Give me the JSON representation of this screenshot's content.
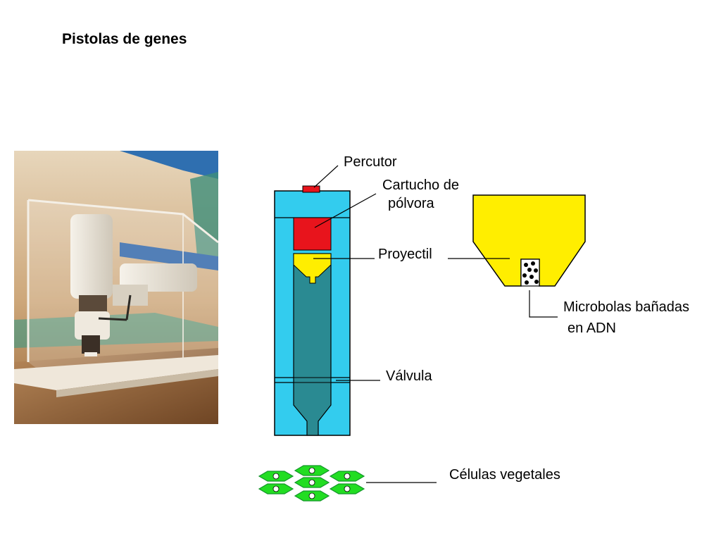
{
  "slide": {
    "title": "Pistolas de genes"
  },
  "photo": {
    "subject": "gene-gun-device-photo"
  },
  "diagram": {
    "labels": {
      "percutor": "Percutor",
      "cartucho_line1": "Cartucho de",
      "cartucho_line2": "pólvora",
      "proyectil": "Proyectil",
      "valvula": "Válvula",
      "microbolas_line1": "Microbolas bañadas",
      "microbolas_line2": "en ADN",
      "celulas": "Células vegetales"
    },
    "colors": {
      "barrel": "#33ccee",
      "barrel_interior": "#2a8a92",
      "cartridge": "#e8141c",
      "projectile": "#ffee00",
      "cells": "#22dd22",
      "cells_outline": "#14962a",
      "outline": "#000000"
    }
  }
}
